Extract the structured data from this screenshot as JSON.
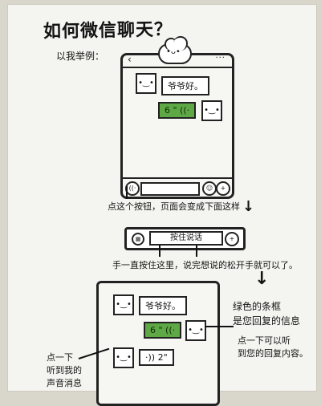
{
  "page": {
    "title": "如何微信聊天？",
    "example_label": "以我举例：",
    "arrow_symbol": "↓"
  },
  "phone_mock": {
    "back_glyph": "‹",
    "menu_glyph": "···",
    "cloud_face": "•ᴗ•",
    "avatar_face": "•‿•",
    "incoming_message": "爷爷好。",
    "outgoing_voice": "6 \"  ((·",
    "voice_icon": "((·",
    "emoji_icon": "☺",
    "plus_icon": "+"
  },
  "notes": {
    "tap_button": "点这个按钮，页面会变成下面这样",
    "press_and_hold": "手一直按住这里，说完想说的松开手就可以了。",
    "green_bar_line1": "绿色的条框",
    "green_bar_line2": "是您回复的信息",
    "tap_line1": "点一下可以听",
    "tap_line2": "到您的回复内容。",
    "listen_line1": "点一下",
    "listen_line2": "听到我的",
    "listen_line3": "声音消息"
  },
  "hold_bar": {
    "keyboard_icon": "▦",
    "hold_label": "按住说话",
    "plus_icon": "+"
  },
  "phone_mock_2": {
    "incoming_message": "爷爷好。",
    "outgoing_voice": "6 \"  ((·",
    "incoming_voice": "·)) 2\""
  }
}
